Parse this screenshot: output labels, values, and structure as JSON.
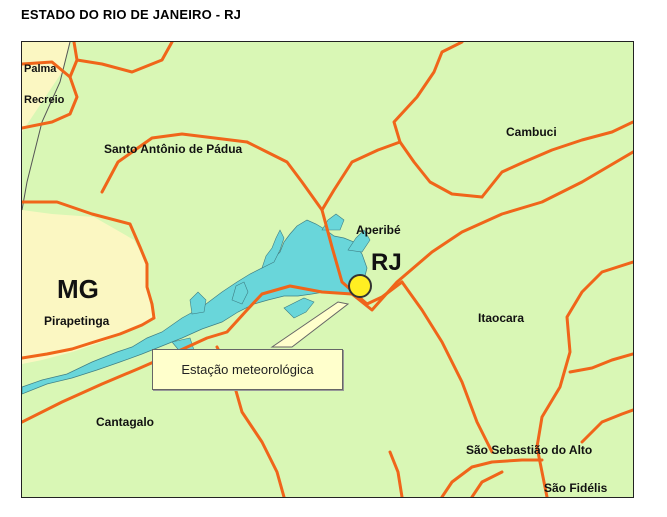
{
  "title": "ESTADO DO RIO DE JANEIRO - RJ",
  "colors": {
    "land_rj": "#d9f7b5",
    "land_mg": "#fbf7c2",
    "water": "#69d6da",
    "municipal_border": "#f0651a",
    "state_border": "#555555",
    "station_marker": "#ffee22"
  },
  "state_label_mg": "MG",
  "state_label_rj": "RJ",
  "places": {
    "palma": "Palma",
    "recreio": "Recreio",
    "santo_antonio": "Santo Antônio de Pádua",
    "cambuci": "Cambuci",
    "aperibe": "Aperibé",
    "pirapetinga": "Pirapetinga",
    "itaocara": "Itaocara",
    "cantagalo": "Cantagalo",
    "sao_sebastiao": "São Sebastião do Alto",
    "sao_fidelis": "São Fidélis"
  },
  "callout_text": "Estação meteorológica"
}
